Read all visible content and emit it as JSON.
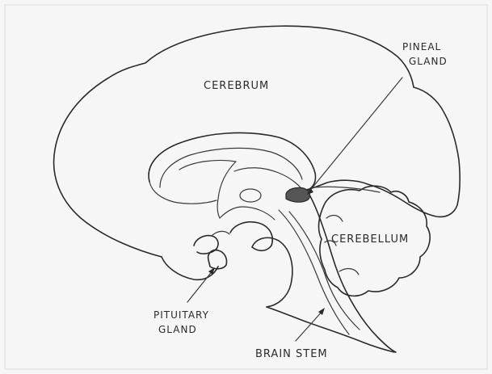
{
  "labels": {
    "cerebrum": "CEREBRUM",
    "pineal_line1": "PINEAL",
    "pineal_line2": "GLAND",
    "cerebellum": "CEREBELLUM",
    "pituitary_line1": "PITUITARY",
    "pituitary_line2": "GLAND",
    "brain_stem": "BRAIN STEM"
  },
  "colors": {
    "paper": "#f6f6f6",
    "ink": "#2a2a2a",
    "pineal_fill": "#555555"
  }
}
